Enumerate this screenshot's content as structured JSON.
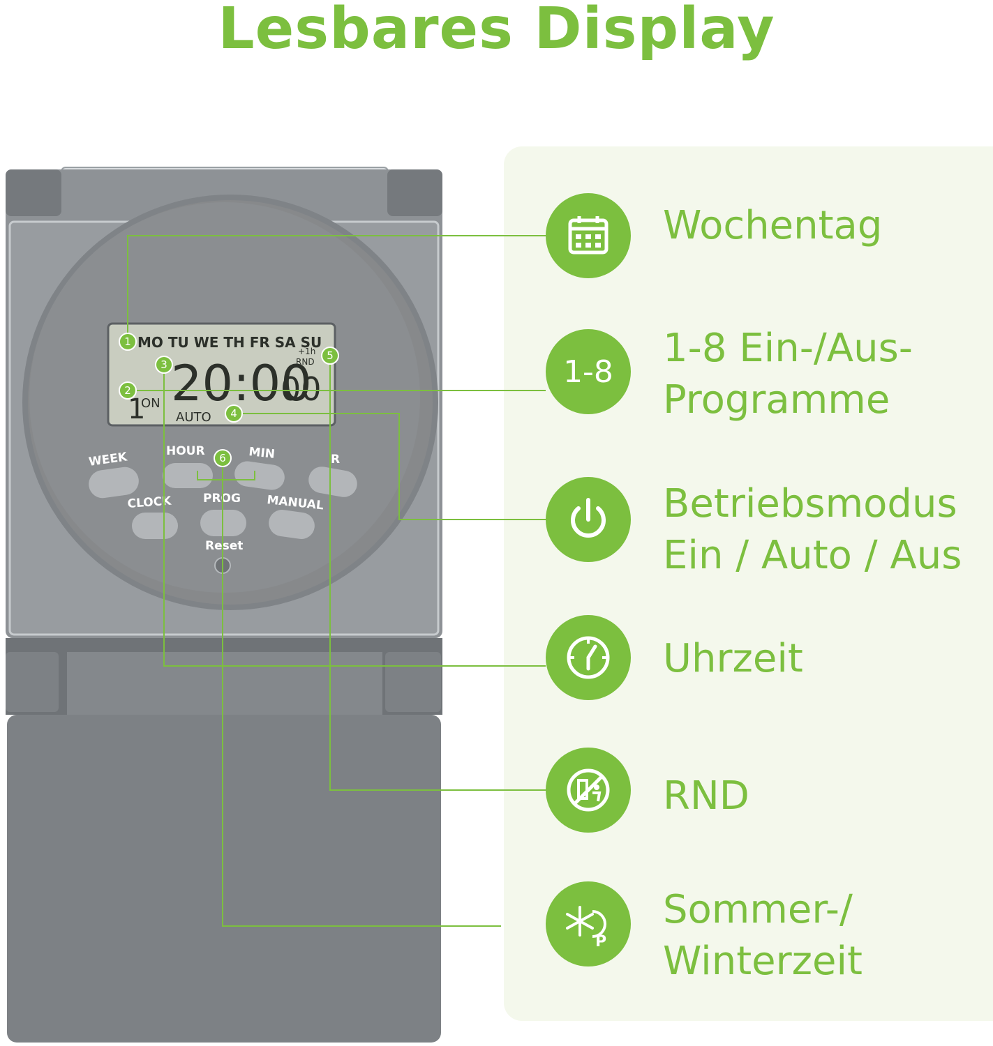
{
  "title": "Lesbares Display",
  "accent_color": "#7cbf3f",
  "features": [
    {
      "icon": "calendar-icon",
      "label": "Wochentag"
    },
    {
      "icon": "number-badge",
      "badge": "1-8",
      "label": "1-8 Ein-/Aus-\nProgramme"
    },
    {
      "icon": "power-icon",
      "label": "Betriebsmodus\nEin / Auto / Aus"
    },
    {
      "icon": "clock-icon",
      "label": "Uhrzeit"
    },
    {
      "icon": "random-mode-icon",
      "label": "RND"
    },
    {
      "icon": "summer-winter-icon",
      "label": "Sommer-/\nWinterzeit"
    }
  ],
  "device": {
    "days": "MO TU WE TH FR SA SU",
    "time": "20:00",
    "seconds": "00",
    "dst": "+1h",
    "rnd": "RND",
    "program_no": "1",
    "on": "ON",
    "mode": "AUTO",
    "buttons": {
      "week": "WEEK",
      "hour": "HOUR",
      "min": "MIN",
      "r": "R",
      "clock": "CLOCK",
      "prog": "PROG",
      "manual": "MANUAL",
      "reset": "Reset"
    },
    "callouts": [
      "1",
      "2",
      "3",
      "4",
      "5",
      "6"
    ]
  }
}
